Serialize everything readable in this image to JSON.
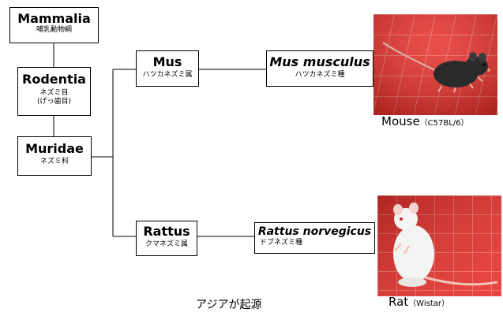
{
  "taxonomy": {
    "mammalia": {
      "name": "Mammalia",
      "jp": "哺乳動物綱"
    },
    "rodentia": {
      "name": "Rodentia",
      "jp": "ネズミ目",
      "jp2": "(げっ歯目)"
    },
    "muridae": {
      "name": "Muridae",
      "jp": "ネズミ科"
    },
    "mus": {
      "name": "Mus",
      "jp": "ハツカネズミ属"
    },
    "mus_musculus": {
      "name": "Mus musculus",
      "jp": "ハツカネズミ種"
    },
    "rattus": {
      "name": "Rattus",
      "jp": "クマネズミ属"
    },
    "rattus_norvegicus": {
      "name": "Rattus norvegicus",
      "jp": "ドブネズミ種"
    }
  },
  "photos": {
    "mouse": {
      "caption": "Mouse",
      "strain": "（C57BL/6）"
    },
    "rat": {
      "caption": "Rat",
      "strain": "（Wistar）"
    }
  },
  "note": "アジアが起源",
  "colors": {
    "tile": "#e8302b",
    "grout": "#f27a72",
    "mouse": "#2a2a2a",
    "rat": "#f4f4f2"
  }
}
